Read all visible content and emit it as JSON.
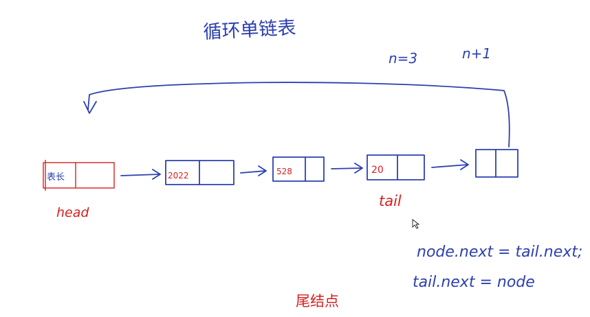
{
  "title": "循环单链表",
  "counter": {
    "current": "n=3",
    "next": "n+1"
  },
  "nodes": [
    {
      "value": "表长",
      "label": "head"
    },
    {
      "value": "2022"
    },
    {
      "value": "528"
    },
    {
      "value": "20",
      "label": "tail"
    },
    {
      "value": ""
    }
  ],
  "code": [
    "node.next = tail.next;",
    "tail.next = node"
  ],
  "footer_note": "尾结点",
  "colors": {
    "ink_blue": "#2b3fb0",
    "ink_red": "#d81e1e"
  }
}
